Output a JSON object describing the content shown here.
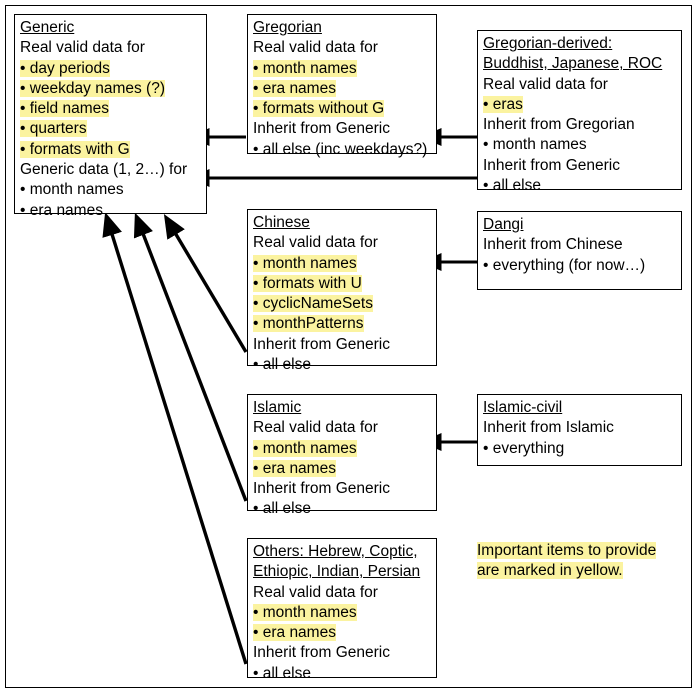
{
  "diagram": {
    "title": "Calendar data inheritance diagram",
    "highlight_color": "#fbf3a0",
    "line_color": "#000000",
    "background": "#ffffff",
    "nodes": [
      {
        "id": "generic",
        "name": "Generic",
        "title": "Generic",
        "lines": [
          {
            "text": "Real valid data for",
            "highlight": false
          },
          {
            "text": "• day periods",
            "highlight": true
          },
          {
            "text": "• weekday names (?)",
            "highlight": true
          },
          {
            "text": "• field names",
            "highlight": true
          },
          {
            "text": "• quarters",
            "highlight": true
          },
          {
            "text": "• formats with G",
            "highlight": true
          },
          {
            "text": "Generic data (1, 2…) for",
            "highlight": false
          },
          {
            "text": "• month names",
            "highlight": false
          },
          {
            "text": "• era names",
            "highlight": false
          }
        ]
      },
      {
        "id": "gregorian",
        "name": "Gregorian",
        "title": "Gregorian",
        "lines": [
          {
            "text": "Real valid data for",
            "highlight": false
          },
          {
            "text": "• month names",
            "highlight": true
          },
          {
            "text": "• era names",
            "highlight": true
          },
          {
            "text": "• formats without G",
            "highlight": true
          },
          {
            "text": "Inherit from Generic",
            "highlight": false
          },
          {
            "text": "• all else (inc weekdays?)",
            "highlight": false
          }
        ]
      },
      {
        "id": "gregorian-derived",
        "name": "Gregorian-derived",
        "title": "Gregorian-derived:",
        "title2": "Buddhist, Japanese, ROC",
        "lines": [
          {
            "text": "Real valid data for",
            "highlight": false
          },
          {
            "text": "• eras",
            "highlight": true
          },
          {
            "text": "Inherit from Gregorian",
            "highlight": false
          },
          {
            "text": "• month names",
            "highlight": false
          },
          {
            "text": "Inherit from Generic",
            "highlight": false
          },
          {
            "text": "• all else",
            "highlight": false
          }
        ]
      },
      {
        "id": "chinese",
        "name": "Chinese",
        "title": "Chinese",
        "lines": [
          {
            "text": "Real valid data for",
            "highlight": false
          },
          {
            "text": "• month names",
            "highlight": true
          },
          {
            "text": "• formats with U",
            "highlight": true
          },
          {
            "text": "• cyclicNameSets",
            "highlight": true
          },
          {
            "text": "• monthPatterns",
            "highlight": true
          },
          {
            "text": "Inherit from Generic",
            "highlight": false
          },
          {
            "text": "• all else",
            "highlight": false
          }
        ]
      },
      {
        "id": "dangi",
        "name": "Dangi",
        "title": "Dangi",
        "lines": [
          {
            "text": "Inherit from Chinese",
            "highlight": false
          },
          {
            "text": "• everything (for now…)",
            "highlight": false
          }
        ]
      },
      {
        "id": "islamic",
        "name": "Islamic",
        "title": "Islamic",
        "lines": [
          {
            "text": "Real valid data for",
            "highlight": false
          },
          {
            "text": "• month names",
            "highlight": true
          },
          {
            "text": "• era names",
            "highlight": true
          },
          {
            "text": "Inherit from Generic",
            "highlight": false
          },
          {
            "text": "• all else",
            "highlight": false
          }
        ]
      },
      {
        "id": "islamic-civil",
        "name": "Islamic-civil",
        "title": "Islamic-civil",
        "lines": [
          {
            "text": "Inherit from Islamic",
            "highlight": false
          },
          {
            "text": "• everything",
            "highlight": false
          }
        ]
      },
      {
        "id": "others",
        "name": "Others",
        "title": "Others: Hebrew, Coptic,",
        "title2": "Ethiopic, Indian, Persian",
        "lines": [
          {
            "text": "Real valid data for",
            "highlight": false
          },
          {
            "text": "• month names",
            "highlight": true
          },
          {
            "text": "• era names",
            "highlight": true
          },
          {
            "text": "Inherit from Generic",
            "highlight": false
          },
          {
            "text": "• all else",
            "highlight": false
          }
        ]
      }
    ],
    "legend": {
      "line1": "Important items to provide",
      "line2": "are marked in yellow."
    },
    "edges": [
      {
        "from": "gregorian",
        "to": "generic",
        "label": "all else"
      },
      {
        "from": "gregorian-derived",
        "to": "gregorian",
        "label": "month names"
      },
      {
        "from": "gregorian-derived",
        "to": "generic",
        "label": "all else"
      },
      {
        "from": "dangi",
        "to": "chinese",
        "label": "everything (for now…)"
      },
      {
        "from": "chinese",
        "to": "generic",
        "label": "all else"
      },
      {
        "from": "islamic-civil",
        "to": "islamic",
        "label": "everything"
      },
      {
        "from": "islamic",
        "to": "generic",
        "label": "all else"
      },
      {
        "from": "others",
        "to": "generic",
        "label": "all else"
      }
    ]
  }
}
